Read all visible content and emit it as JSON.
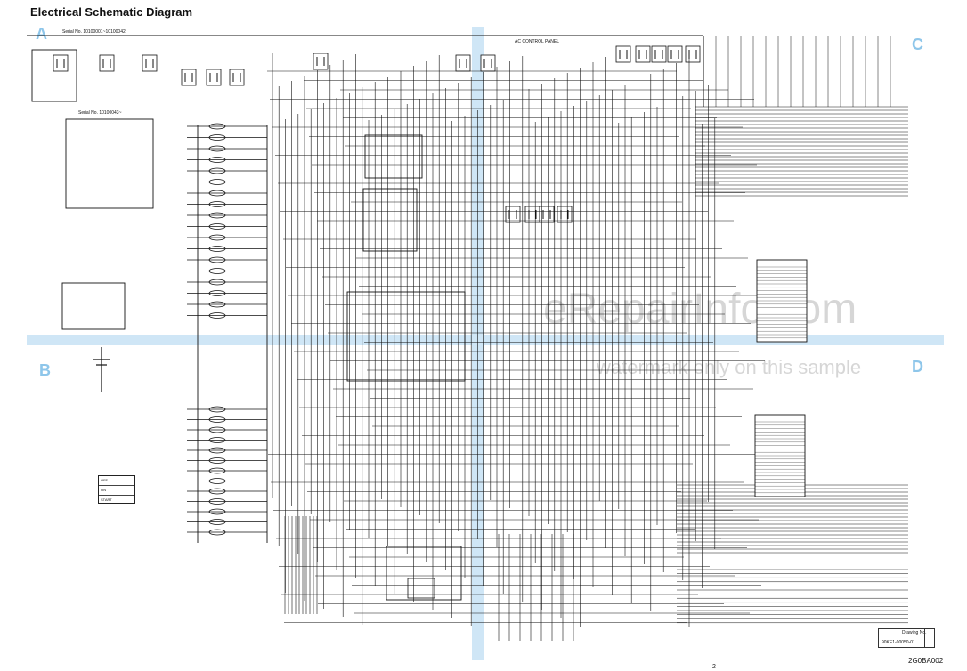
{
  "header": {
    "title": "Electrical Schematic Diagram"
  },
  "zones": {
    "a": "A",
    "b": "B",
    "c": "C",
    "d": "D"
  },
  "serials": {
    "top": "Serial No. 10100001~10100042",
    "mid": "Serial No. 10100043~"
  },
  "labels": {
    "ac_control_panel": "AC CONTROL PANEL",
    "key_off": "OFF",
    "key_on": "ON",
    "key_start": "START"
  },
  "watermark": {
    "line1": "eRepairInfo.com",
    "line2": "watermark only on this sample"
  },
  "drawing_box": {
    "label": "Drawing No.",
    "value": "90KE1-00050-01"
  },
  "footer": {
    "doc_code": "2G0BA002",
    "page_number": "2"
  },
  "colors": {
    "guide_band": "#cfe6f6",
    "zone_letter": "#8ec6ea",
    "wire": "#111111"
  }
}
